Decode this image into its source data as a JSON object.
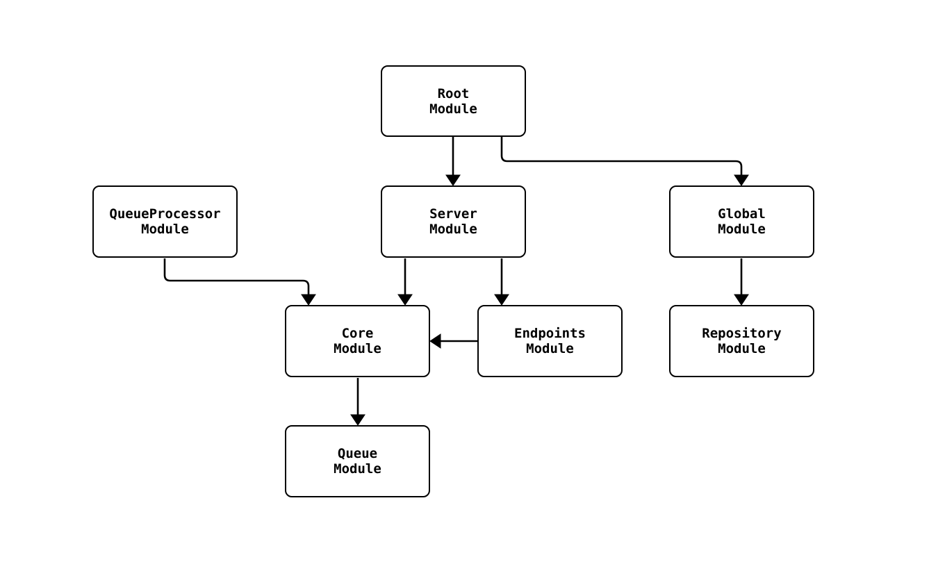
{
  "diagram": {
    "type": "flowchart",
    "background_color": "#ffffff",
    "line_color": "#000000",
    "node_fill_color": "#ffffff",
    "node_border_color": "#000000",
    "text_color": "#000000"
  },
  "nodes": {
    "root": {
      "line1": "Root",
      "line2": "Module"
    },
    "queueprocessor": {
      "line1": "QueueProcessor",
      "line2": "Module"
    },
    "server": {
      "line1": "Server",
      "line2": "Module"
    },
    "global": {
      "line1": "Global",
      "line2": "Module"
    },
    "core": {
      "line1": "Core",
      "line2": "Module"
    },
    "endpoints": {
      "line1": "Endpoints",
      "line2": "Module"
    },
    "repository": {
      "line1": "Repository",
      "line2": "Module"
    },
    "queue": {
      "line1": "Queue",
      "line2": "Module"
    }
  },
  "edges": [
    {
      "from": "Root Module",
      "to": "Server Module"
    },
    {
      "from": "Root Module",
      "to": "Global Module"
    },
    {
      "from": "QueueProcessor Module",
      "to": "Core Module"
    },
    {
      "from": "Server Module",
      "to": "Core Module"
    },
    {
      "from": "Server Module",
      "to": "Endpoints Module"
    },
    {
      "from": "Endpoints Module",
      "to": "Core Module"
    },
    {
      "from": "Global Module",
      "to": "Repository Module"
    },
    {
      "from": "Core Module",
      "to": "Queue Module"
    }
  ]
}
